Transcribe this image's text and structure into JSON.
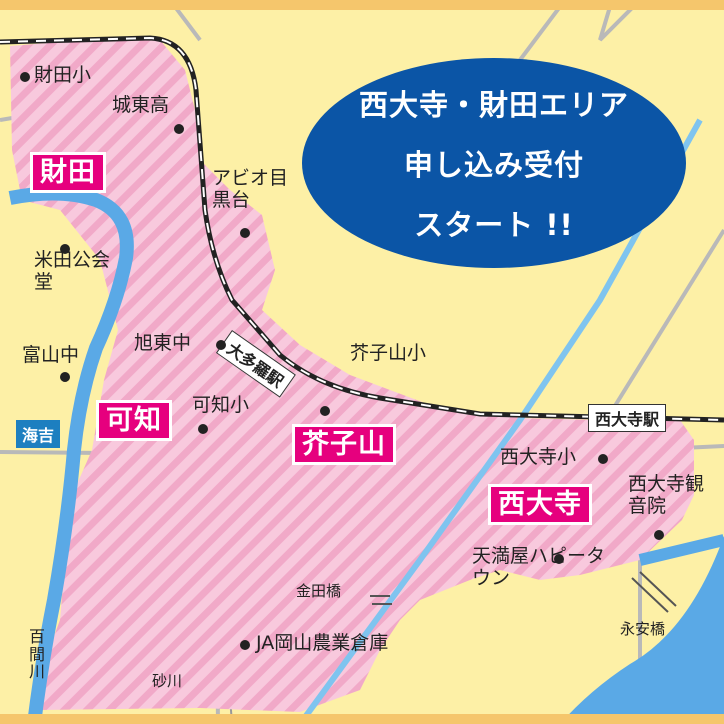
{
  "callout": {
    "line1": "西大寺・財田エリア",
    "line2": "申し込み受付",
    "line3": "スタート !!"
  },
  "areas": {
    "saita": "財田",
    "kachi": "可知",
    "keshiyama": "芥子山",
    "saidaiji": "西大寺"
  },
  "stations": {
    "otara": "大多羅駅",
    "saidaiji": "西大寺駅"
  },
  "places": {
    "saita_sho": "財田小",
    "joto_ko": "城東高",
    "abio_meguro": "アビオ目黒台",
    "maita_kokaido": "米田公会堂",
    "tomiyama_chu": "富山中",
    "kyokuto_chu": "旭東中",
    "kachi_sho": "可知小",
    "keshiyama_sho": "芥子山小",
    "saidaiji_sho": "西大寺小",
    "kannonin": "西大寺観音院",
    "tenmaya": "天満屋ハピータウン",
    "kaneda_bashi": "金田橋",
    "ja_okayama": "JA岡山農業倉庫",
    "sunagawa": "砂川",
    "eian_bashi": "永安橋",
    "kaiyoshi": "海吉",
    "hyakkengawa": "百間川"
  },
  "colors": {
    "land": "#fdf0a6",
    "road": "#b9b9b9",
    "river": "#5aa9e6",
    "area_fill": "#f8c9dd",
    "area_stripe": "#f1a9c8",
    "badge": "#e6007e",
    "callout": "#0b55a6",
    "border": "#f5c66c"
  }
}
